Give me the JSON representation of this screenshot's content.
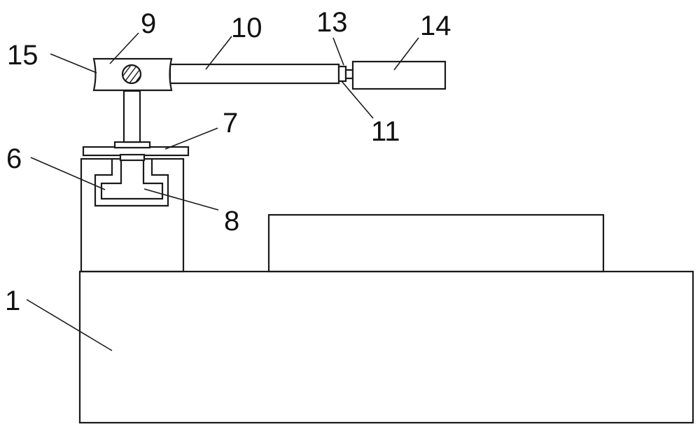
{
  "labels": {
    "base": "1",
    "mount_block": "6",
    "plate": "7",
    "t_slider": "8",
    "hub": "9",
    "arm": "10",
    "joint_lower": "11",
    "joint_upper": "13",
    "tool_head": "14",
    "hub_end": "15"
  },
  "colors": {
    "line": "#1a1a1a",
    "background": "#ffffff"
  }
}
